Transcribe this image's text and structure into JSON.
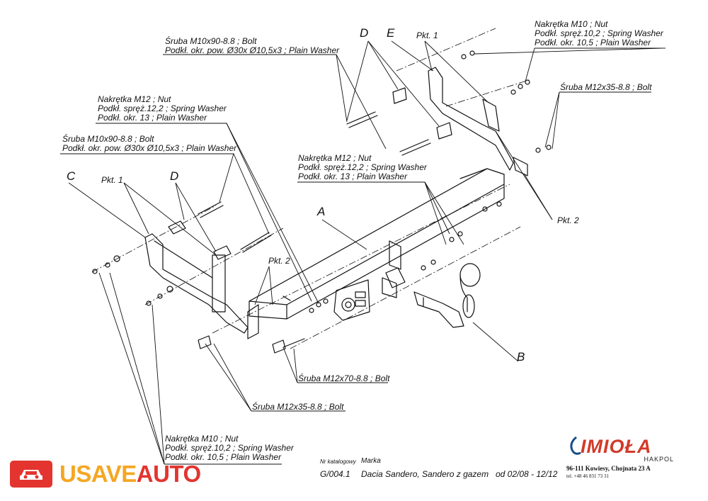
{
  "letters": {
    "a": "A",
    "b": "B",
    "c": "C",
    "d1": "D",
    "d2": "D",
    "e": "E"
  },
  "pkt": {
    "p1_left": "Pkt. 1",
    "p1_top": "Pkt. 1",
    "p2_left": "Pkt. 2",
    "p2_right": "Pkt. 2"
  },
  "labels": {
    "top_bolt_1": "Śruba M10x90-8.8 ;  Bolt",
    "top_bolt_2": "Podkł. okr. pow. Ø30x Ø10,5x3 ; Plain Washer",
    "tr_nut_1": "Nakrętka  M10 ; Nut",
    "tr_nut_2": "Podkł. spręż.10,2 ; Spring Washer",
    "tr_nut_3": "Podkł. okr. 10,5 ; Plain Washer",
    "r_bolt": "Śruba M12x35-8.8 ;  Bolt",
    "l_nut_1": "Nakrętka  M12 ; Nut",
    "l_nut_2": "Podkł. spręż.12,2 ; Spring Washer",
    "l_nut_3": "Podkł. okr. 13 ; Plain Washer",
    "l_bolt_1": "Śruba M10x90-8.8 ;  Bolt",
    "l_bolt_2": "Podkł. okr. pow. Ø30x Ø10,5x3 ; Plain Washer",
    "c_nut_1": "Nakrętka  M12 ; Nut",
    "c_nut_2": "Podkł. spręż.12,2 ; Spring Washer",
    "c_nut_3": "Podkł. okr. 13 ; Plain Washer",
    "b_bolt70": "Śruba M12x70-8.8 ;  Bolt",
    "b_bolt35": "Śruba M12x35-8.8 ;  Bolt",
    "bl_nut_1": "Nakrętka  M10 ; Nut",
    "bl_nut_2": "Podkł. spręż.10,2 ; Spring Washer",
    "bl_nut_3": "Podkł. okr. 10,5 ; Plain Washer"
  },
  "catalog": {
    "nr_label": "Nr katalogowy",
    "marka_label": "Marka",
    "number": "G/004.1",
    "model": "Dacia Sandero, Sandero z gazem",
    "years": "od  02/08 - 12/12"
  },
  "manufacturer": {
    "name": "IMIOŁA",
    "sub": "HAKPOL",
    "address": "96-111 Kowiesy, Chojnata 23 A",
    "phone": "tel. +48 46 831 73 31"
  },
  "watermark": {
    "part1": "USAVE",
    "part2": "AUTO"
  },
  "colors": {
    "line": "#111111",
    "brand_red": "#e3342f",
    "brand_orange": "#f5a623",
    "imiola_red": "#d23a2a"
  }
}
